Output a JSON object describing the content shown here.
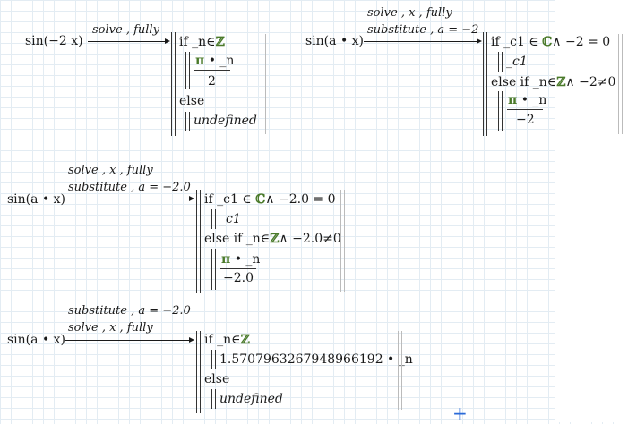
{
  "block1": {
    "lhs": "sin(−2 x)",
    "keyword": "solve , fully",
    "line_if": "if _n∈",
    "set_Z": "ℤ",
    "frac_num_pi": "π",
    "frac_num_rest": " • _n",
    "frac_den": "2",
    "else": "else",
    "undefined": "undefined"
  },
  "block2": {
    "lhs": "sin(a • x)",
    "keyword1": "solve , x , fully",
    "keyword2": "substitute , a = −2",
    "line_if": "if _c1 ∈ ",
    "set_C": "ℂ",
    "cond1_rest": "∧ −2 = 0",
    "c1": "_c1",
    "line_elseif": "else if _n∈",
    "set_Z": "ℤ",
    "cond2_rest": "∧ −2≠0",
    "frac_num_pi": "π",
    "frac_num_rest": " • _n",
    "frac_den": "−2"
  },
  "block3": {
    "lhs": "sin(a • x)",
    "keyword1": "solve , x , fully",
    "keyword2": "substitute , a = −2.0",
    "line_if": "if _c1 ∈ ",
    "set_C": "ℂ",
    "cond1_rest": "∧ −2.0 = 0",
    "c1": "_c1",
    "line_elseif": "else if _n∈",
    "set_Z": "ℤ",
    "cond2_rest": "∧ −2.0≠0",
    "frac_num_pi": "π",
    "frac_num_rest": " • _n",
    "frac_den": "−2.0"
  },
  "block4": {
    "lhs": "sin(a • x)",
    "keyword1": "substitute , a = −2.0",
    "keyword2": "solve , x , fully",
    "line_if": "if _n∈",
    "set_Z": "ℤ",
    "value": "1.5707963267948966192 • _n",
    "else": "else",
    "undefined": "undefined"
  },
  "cursor_symbol": "+",
  "colors": {
    "grid": "#e3ecf3",
    "set_symbol": "#4a7a2a",
    "cursor": "#2a6ad8"
  }
}
